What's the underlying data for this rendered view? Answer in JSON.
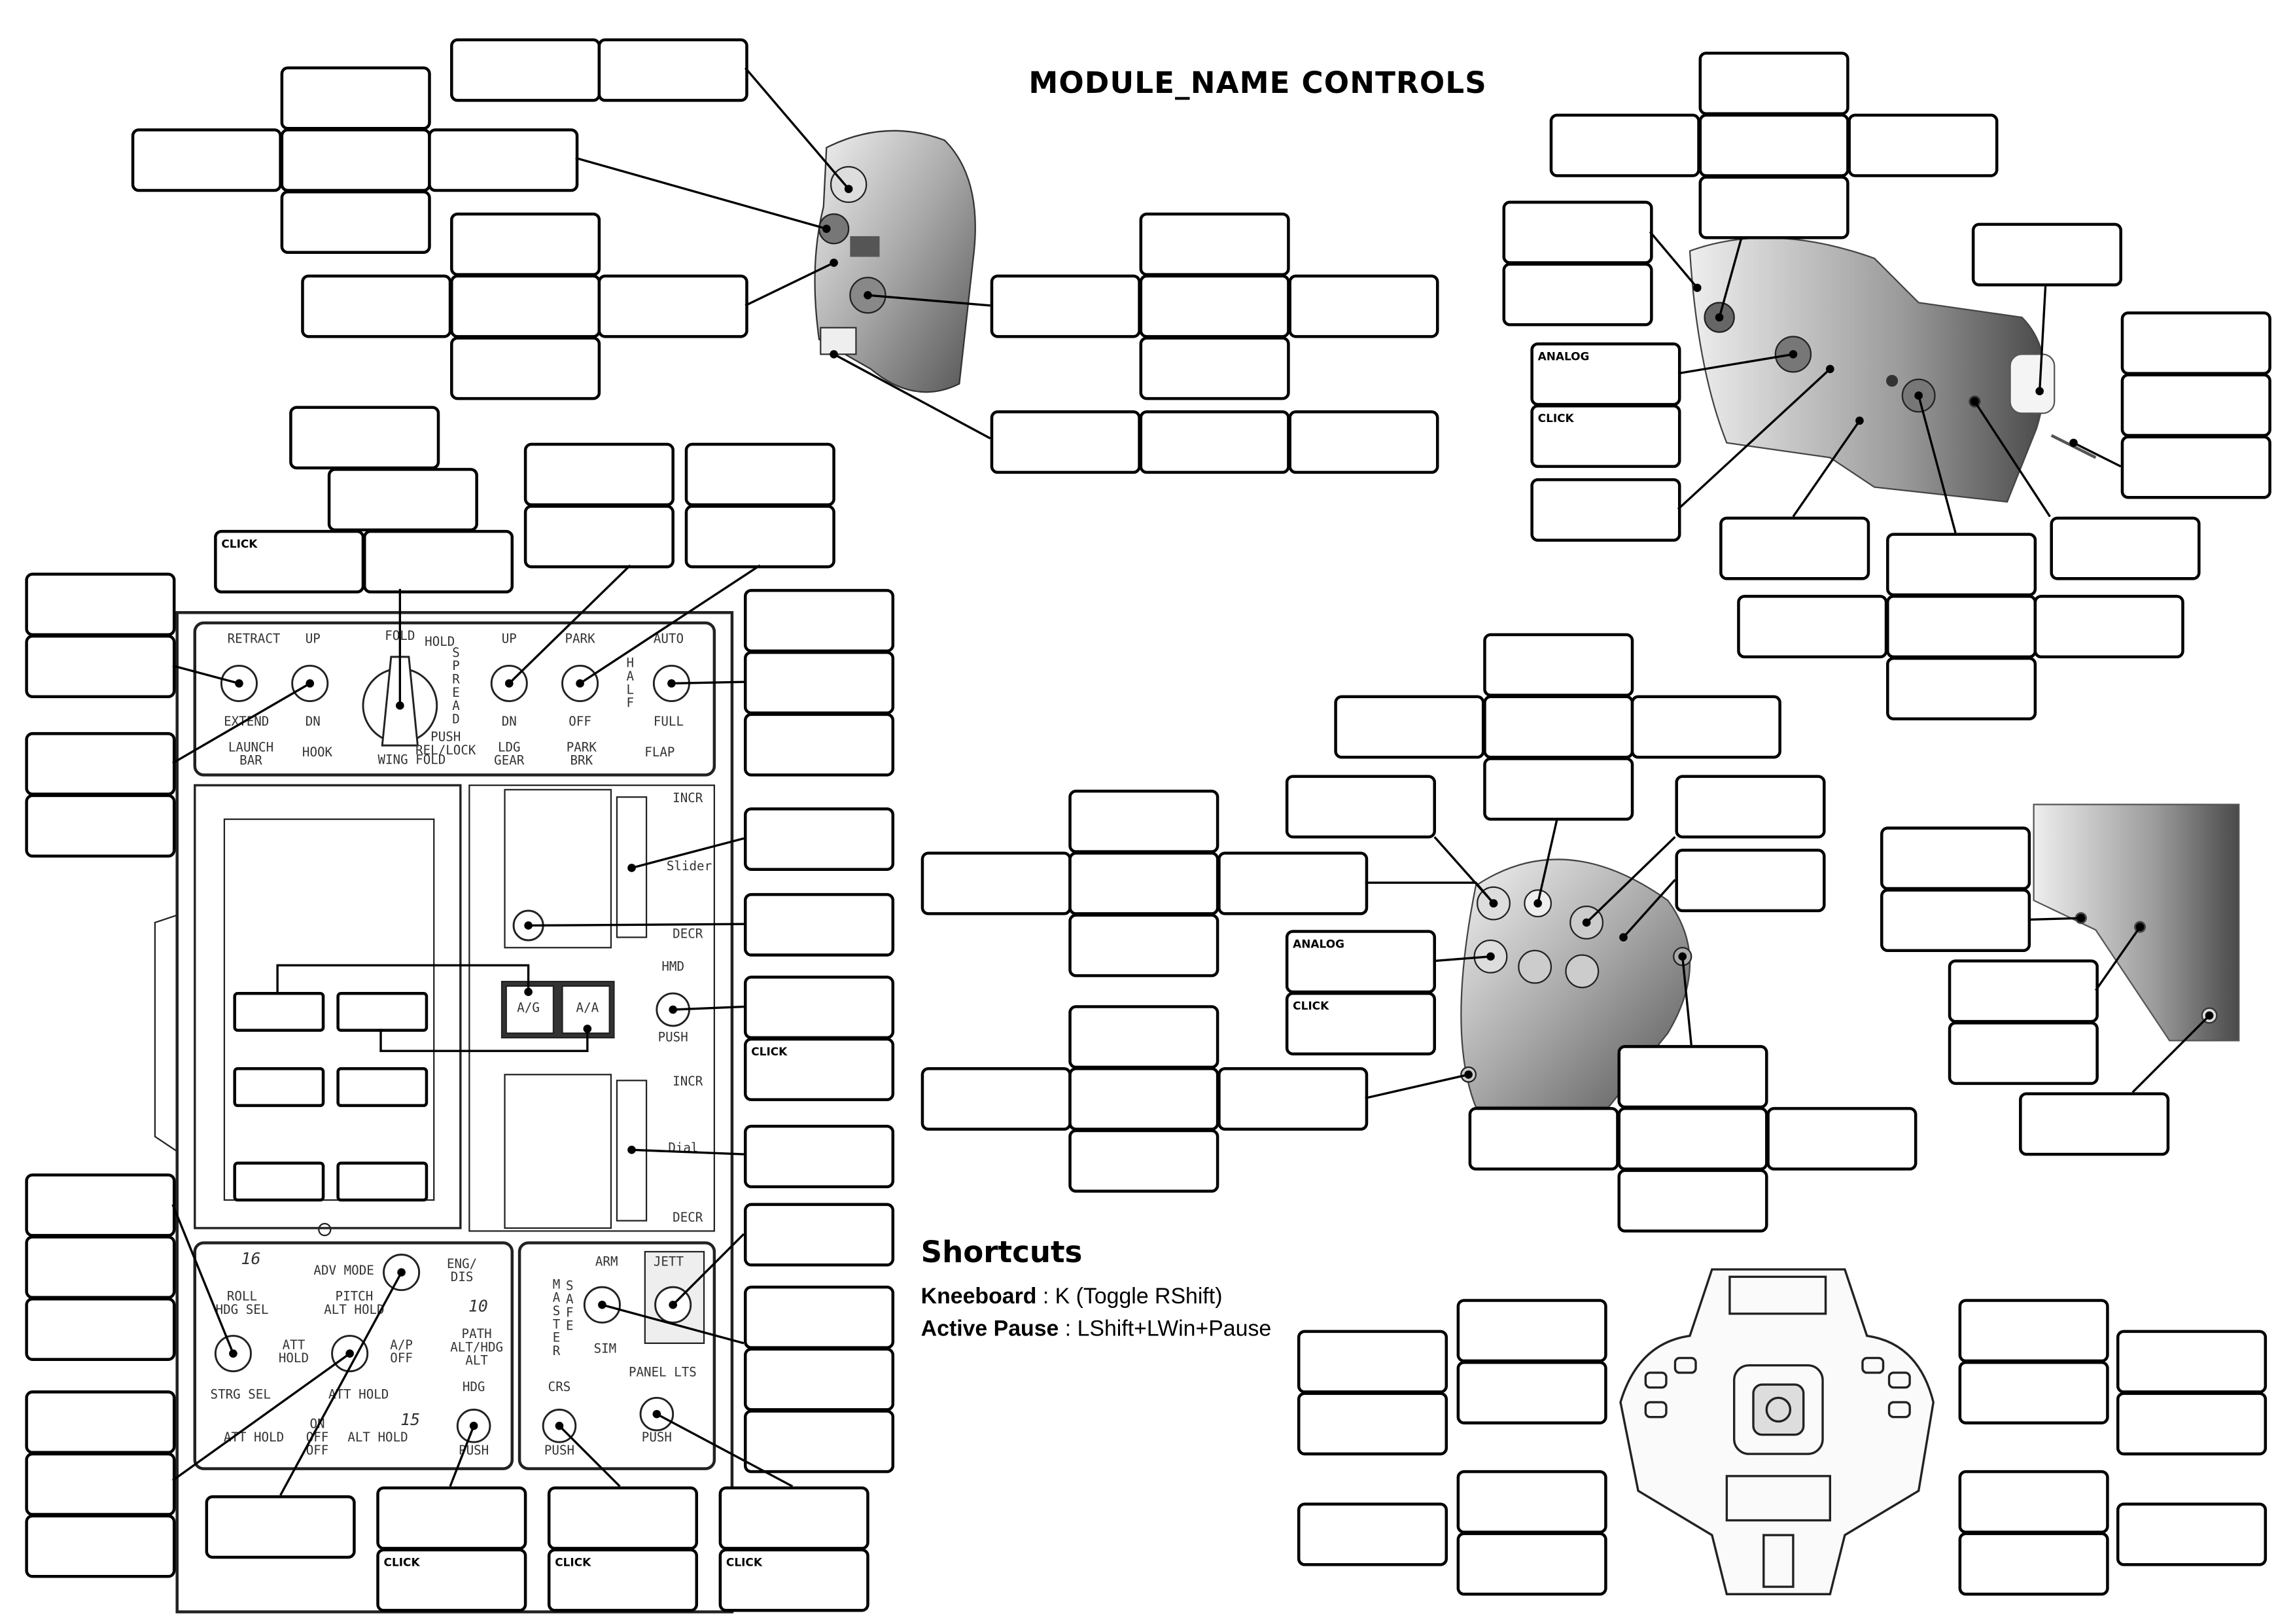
{
  "title": "MODULE_NAME CONTROLS",
  "box_tags": {
    "click": "CLICK",
    "analog": "ANALOG"
  },
  "shortcuts": {
    "heading": "Shortcuts",
    "items": [
      {
        "key_label": "Kneeboard",
        "sep": " : ",
        "value": "K (Toggle RShift)"
      },
      {
        "key_label": "Active Pause",
        "sep": " : ",
        "value": "LShift+LWin+Pause"
      }
    ]
  },
  "panel_labels": [
    "RETRACT",
    "UP",
    "FOLD",
    "HOLD",
    "SPREAD",
    "UP",
    "PARK",
    "AUTO",
    "HALF",
    "EXTEND",
    "DN",
    "DN",
    "OFF",
    "FULL",
    "PUSH\nREL/LOCK",
    "LAUNCH\nBAR",
    "HOOK",
    "WING FOLD",
    "LDG\nGEAR",
    "PARK\nBRK",
    "FLAP",
    "INCR",
    "Slider",
    "DECR",
    "HMD",
    "PUSH",
    "A/G",
    "A/A",
    "INCR",
    "Dial",
    "DECR",
    "16",
    "ADV MODE",
    "ENG/\nDIS",
    "ROLL\nHDG SEL",
    "PITCH\nALT HOLD",
    "ATT\nHOLD",
    "A/P\nOFF",
    "10",
    "PATH\nALT/HDG\nALT",
    "STRG SEL",
    "ATT HOLD",
    "ATT HOLD",
    "ON\nOFF\nOFF",
    "ALT HOLD",
    "15",
    "HDG",
    "CRS",
    "PUSH",
    "PUSH",
    "ARM",
    "MASTER",
    "SAFE",
    "SIM",
    "JETT",
    "PANEL LTS",
    "PUSH"
  ],
  "icons": {
    "panel": "control-panel-illustration",
    "throttle_left": "throttle-left-grip-photo",
    "throttle_right": "throttle-dual-grip-photo",
    "stick": "joystick-grip-photo",
    "grip": "joystick-side-photo",
    "base": "joystick-base-illustration"
  }
}
